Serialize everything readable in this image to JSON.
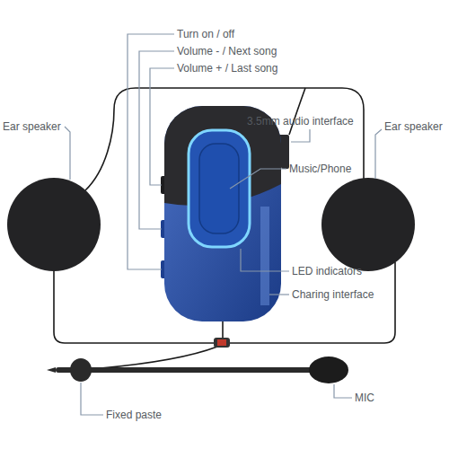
{
  "diagram": {
    "labels": [
      "Turn on / off",
      "Volume - / Next song",
      "Volume + / Last song",
      "Ear speaker",
      "3.5mm audio interface",
      "Ear speaker",
      "Music/Phone",
      "LED indicators",
      "Charing interface",
      "MIC",
      "Fixed paste"
    ]
  }
}
